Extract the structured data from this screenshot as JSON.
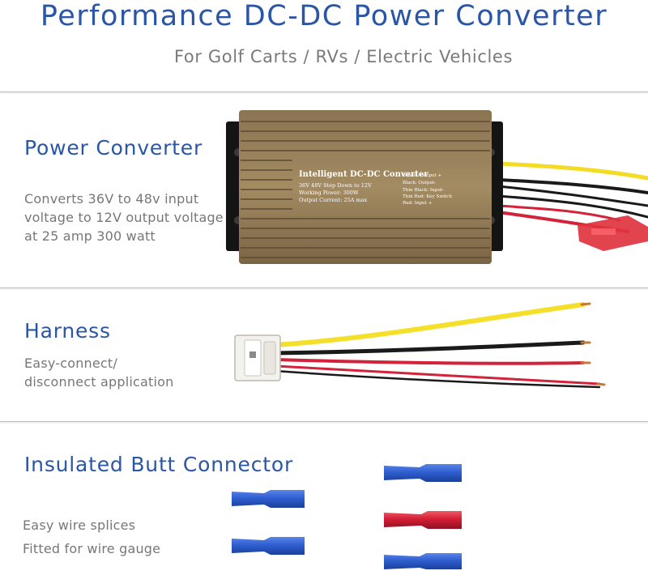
{
  "header": {
    "title": "Performance DC-DC Power Converter",
    "subtitle": "For Golf Carts / RVs / Electric Vehicles"
  },
  "sections": {
    "converter": {
      "heading": "Power Converter",
      "lines": [
        "Converts 36V to 48v input",
        "voltage to 12V output voltage",
        "at 25 amp 300 watt"
      ],
      "label": {
        "title": "Intelligent DC-DC Converter",
        "specs": [
          "36V 48V Step Down to 12V",
          "Working Power: 300W",
          "Output Current: 25A max"
        ],
        "wires": [
          "Yellow: Output +",
          "Black: Output-",
          "Thin Black: Input-",
          "Thin Red: Key Switch",
          "Red: Input +"
        ]
      }
    },
    "harness": {
      "heading": "Harness",
      "lines": [
        "Easy-connect/",
        "disconnect application"
      ]
    },
    "butt": {
      "heading": "Insulated Butt Connector",
      "lines": [
        "Easy wire splices",
        "Fitted for wire gauge"
      ]
    }
  },
  "colors": {
    "accent_blue": "#2a56a5",
    "connector_blue": "#2f5fd0",
    "connector_red": "#d41e35",
    "wire_yellow": "#f4e02a",
    "wire_red": "#d3233a",
    "wire_black": "#1a1a1a"
  }
}
